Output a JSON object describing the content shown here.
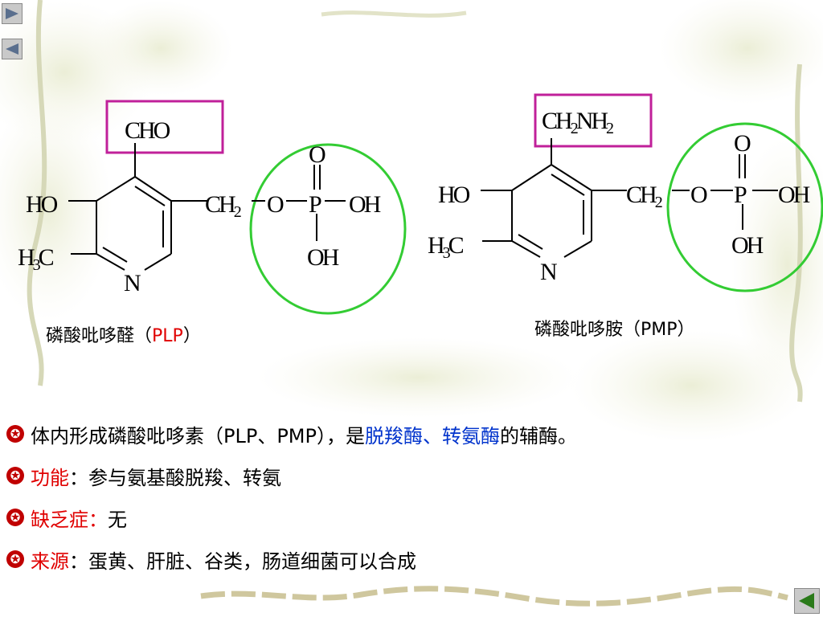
{
  "nav": {
    "next_icon": "play-right-icon",
    "prev_icon": "play-left-icon",
    "back_icon": "back-left-icon"
  },
  "plp": {
    "name": "磷酸吡哆醛（",
    "abbr": "PLP",
    "name_close": "）",
    "atoms": {
      "top": "CHO",
      "ho": "HO",
      "h3c": "H3C",
      "ch2": "CH2",
      "o": "O",
      "p": "P",
      "o_top": "O",
      "oh_right": "OH",
      "oh_bottom": "OH",
      "n": "N"
    }
  },
  "pmp": {
    "name": "磷酸吡哆胺（PMP）",
    "atoms": {
      "top": "CH2NH2",
      "ho": "HO",
      "h3c": "H3C",
      "ch2": "CH2",
      "o": "O",
      "p": "P",
      "o_top": "O",
      "oh_right": "OH",
      "oh_bottom": "OH",
      "n": "N"
    }
  },
  "colors": {
    "box": "#c0209a",
    "circle": "#33cc33",
    "red": "#e00000",
    "blue": "#0033cc",
    "bullet": "#c00000"
  },
  "bullets": [
    {
      "pre": "体内形成磷酸吡哆素（PLP、PMP），是",
      "highlight": "脱羧酶、转氨酶",
      "post": "的辅酶。"
    },
    {
      "key": "功能",
      "rest": "：参与氨基酸脱羧、转氨"
    },
    {
      "key": "缺乏症：",
      "rest": "无"
    },
    {
      "key": "来源",
      "rest": "：蛋黄、肝脏、谷类，肠道细菌可以合成"
    }
  ]
}
